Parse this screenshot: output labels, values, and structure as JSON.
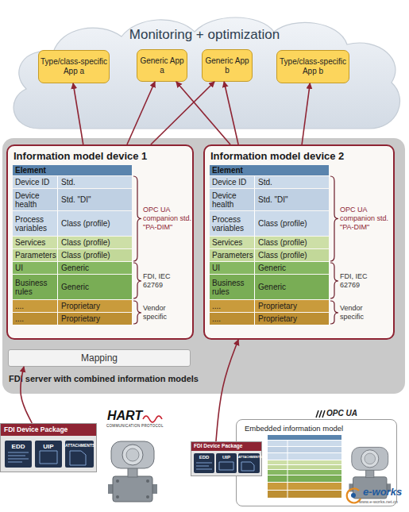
{
  "diagram": {
    "nodes": [
      {
        "text": [
          "Monitoring + optimization"
        ]
      },
      {
        "text": [
          "Type/class-specific App a"
        ],
        "in": 0
      },
      {
        "text": [
          "Generic App a"
        ],
        "in": 0
      },
      {
        "text": [
          "Generic App b"
        ],
        "in": 0
      },
      {
        "text": [
          "Type/class-specific App b"
        ],
        "in": 0
      },
      {
        "text": [
          "FDI server with combined information models"
        ]
      },
      {
        "text": [
          "Information model device 1"
        ],
        "in": 5
      },
      {
        "text": [
          "Element"
        ],
        "in": 6
      },
      {
        "text": [
          "Device ID",
          "Std."
        ],
        "in": 6
      },
      {
        "text": [
          "Device health",
          "Std. \"DI\""
        ],
        "in": 6
      },
      {
        "text": [
          "Process variables",
          "Class (profile)"
        ],
        "in": 6
      },
      {
        "text": [
          "Services",
          "Class (profile)"
        ],
        "in": 6
      },
      {
        "text": [
          "Parameters",
          "Class (profile)"
        ],
        "in": 6
      },
      {
        "text": [
          "UI",
          "Generic"
        ],
        "in": 6
      },
      {
        "text": [
          "Business rules",
          "Generic"
        ],
        "in": 6
      },
      {
        "text": [
          "....",
          "Proprietary"
        ],
        "in": 6
      },
      {
        "text": [
          "....",
          "Proprietary"
        ],
        "in": 6
      },
      {
        "text": [
          "Information model device 2"
        ],
        "in": 5
      },
      {
        "text": [
          "Element"
        ],
        "in": 17
      },
      {
        "text": [
          "Device ID",
          "Std."
        ],
        "in": 17
      },
      {
        "text": [
          "Device health",
          "Std. \"DI\""
        ],
        "in": 17
      },
      {
        "text": [
          "Process variables",
          "Class (profile)"
        ],
        "in": 17
      },
      {
        "text": [
          "Services",
          "Class (profile)"
        ],
        "in": 17
      },
      {
        "text": [
          "Parameters",
          "Class (profile)"
        ],
        "in": 17
      },
      {
        "text": [
          "UI",
          "Generic"
        ],
        "in": 17
      },
      {
        "text": [
          "Business rules",
          "Generic"
        ],
        "in": 17
      },
      {
        "text": [
          "....",
          "Proprietary"
        ],
        "in": 17
      },
      {
        "text": [
          "....",
          "Proprietary"
        ],
        "in": 17
      },
      {
        "text": [
          "Mapping"
        ],
        "in": 5
      },
      {
        "text": [
          "FDI Device Package"
        ]
      },
      {
        "text": [
          "EDD"
        ],
        "in": 29
      },
      {
        "text": [
          "UIP"
        ],
        "in": 29
      },
      {
        "text": [
          "ATTACHMENTS"
        ],
        "in": 29
      },
      {
        "text": [
          "FDI Device Package"
        ]
      },
      {
        "text": [
          "EDD"
        ],
        "in": 33
      },
      {
        "text": [
          "UIP"
        ],
        "in": 33
      },
      {
        "text": [
          "ATTACHMENTS"
        ],
        "in": 33
      },
      {
        "text": [
          "Embedded information model"
        ]
      }
    ],
    "edges": [
      {
        "from": 6,
        "to": 1,
        "arrow": "to"
      },
      {
        "from": 6,
        "to": 2,
        "arrow": "to"
      },
      {
        "from": 6,
        "to": 3,
        "arrow": "to"
      },
      {
        "from": 17,
        "to": 2,
        "arrow": "to"
      },
      {
        "from": 17,
        "to": 3,
        "arrow": "to"
      },
      {
        "from": 17,
        "to": 4,
        "arrow": "to"
      },
      {
        "from": 29,
        "to": 28,
        "arrow": "to"
      },
      {
        "from": 33,
        "to": 17,
        "arrow": "to"
      }
    ],
    "labels": [
      "OPC UA companion std. \"PA-DIM\"",
      "FDI, IEC 62769",
      "Vendor specific",
      "OPC UA companion std. \"PA-DIM\"",
      "FDI, IEC 62769",
      "Vendor specific",
      "HART",
      "COMMUNICATION PROTOCOL",
      "OPC UA",
      "e-works",
      "www.e-works.net.cn"
    ]
  }
}
